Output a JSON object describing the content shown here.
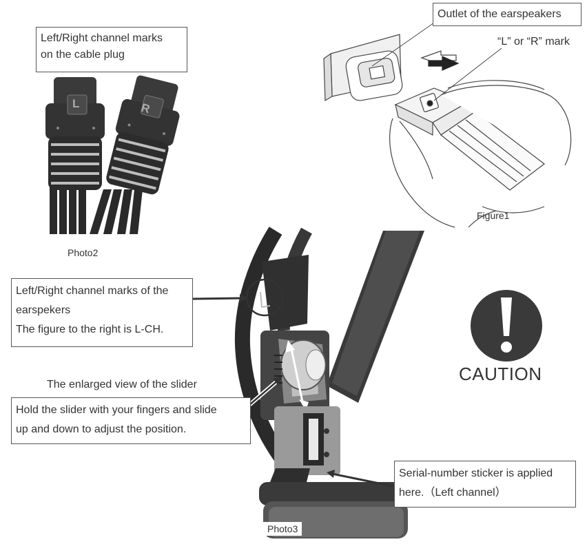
{
  "callouts": {
    "plug_marks": [
      "Left/Right channel marks",
      "on the cable plug"
    ],
    "outlet": "Outlet of the earspeakers",
    "lr_mark": "“L” or “R” mark",
    "earspeaker_marks": [
      "Left/Right channel marks of the",
      "earspekers",
      "The figure to the right is L-CH."
    ],
    "slider_heading": "The enlarged view of the slider",
    "slider_instructions": [
      "Hold the slider with your fingers and slide",
      "up and down to adjust the position."
    ],
    "serial_sticker": [
      "Serial-number sticker is applied",
      "here.（Left channel）"
    ]
  },
  "captions": {
    "photo2": "Photo2",
    "figure1": "Figure1",
    "photo3": "Photo3"
  },
  "plug_labels": {
    "left": "L",
    "right": "R"
  },
  "caution": {
    "label": "CAUTION",
    "color": "#3a3a3a"
  }
}
